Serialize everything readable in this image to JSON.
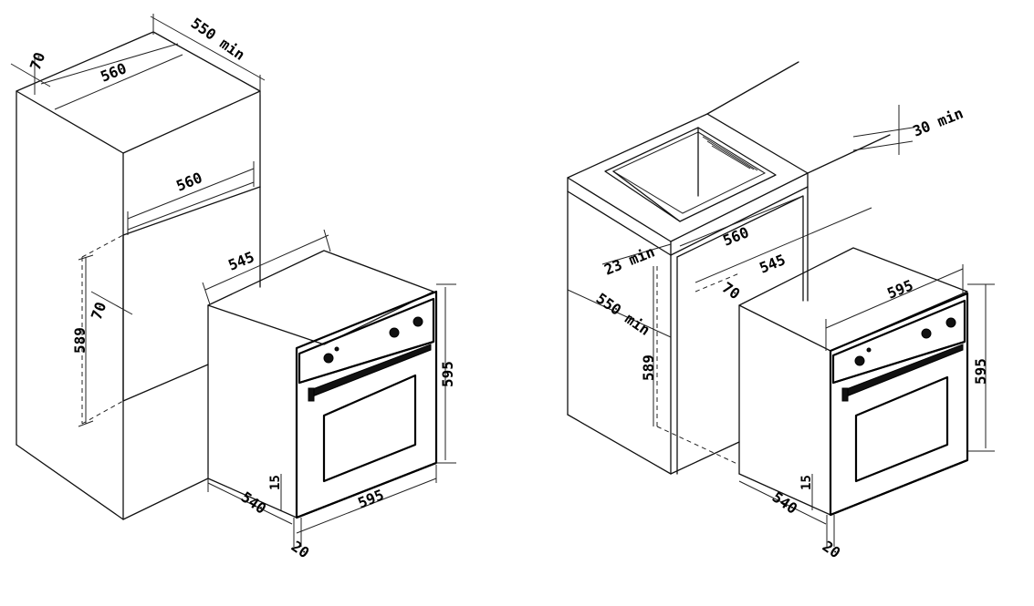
{
  "left": {
    "dim_70_top": "70",
    "dim_550_min": "550 min",
    "dim_560_top": "560",
    "dim_560_mid": "560",
    "dim_545": "545",
    "dim_70_side": "70",
    "dim_589": "589",
    "dim_595_height": "595",
    "dim_15": "15",
    "dim_540": "540",
    "dim_595_width": "595",
    "dim_20": "20"
  },
  "right": {
    "dim_30_min": "30 min",
    "dim_560": "560",
    "dim_23_min": "23 min",
    "dim_545": "545",
    "dim_70": "70",
    "dim_550_min": "550 min",
    "dim_589": "589",
    "dim_595_top": "595",
    "dim_595_height": "595",
    "dim_15": "15",
    "dim_540": "540",
    "dim_20": "20"
  }
}
